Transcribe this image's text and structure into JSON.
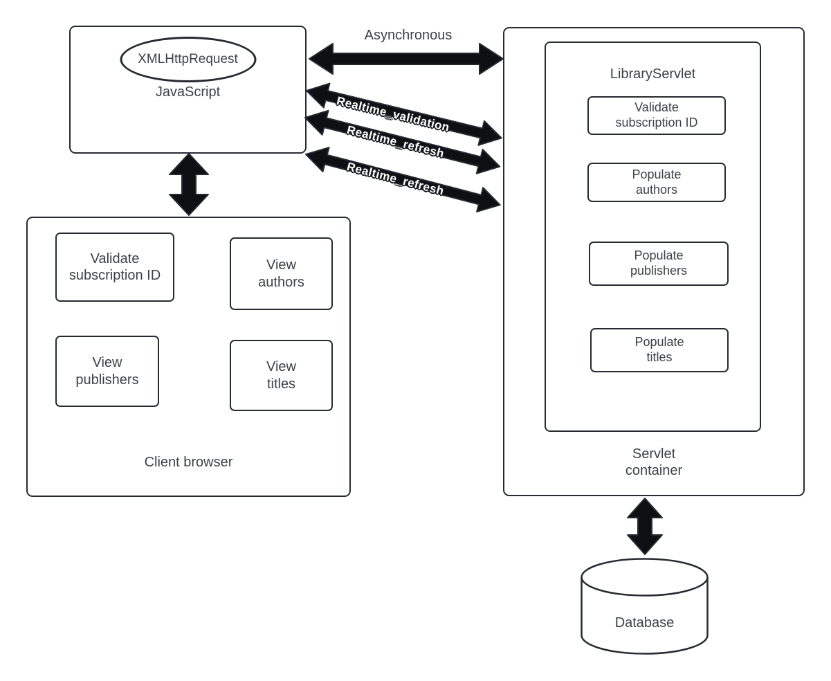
{
  "diagram": {
    "javascript_box": {
      "label": "JavaScript",
      "ellipse_label": "XMLHttpRequest"
    },
    "client_browser": {
      "label": "Client browser",
      "items": [
        "Validate\nsubscription ID",
        "View\nauthors",
        "View\npublishers",
        "View\ntitles"
      ]
    },
    "servlet_container": {
      "label": "Servlet\ncontainer",
      "library_servlet": {
        "label": "LibraryServlet",
        "items": [
          "Validate\nsubscription ID",
          "Populate\nauthors",
          "Populate\npublishers",
          "Populate\ntitles"
        ]
      }
    },
    "database": {
      "label": "Database"
    },
    "arrow_labels": {
      "asynchronous": "Asynchronous",
      "realtime_validation": "Realtime_validation",
      "realtime_refresh_1": "Realtime_refresh",
      "realtime_refresh_2": "Realtime_refresh"
    },
    "colors": {
      "line": "#262b33",
      "text": "#3c4148",
      "arrow_fill": "#0d0f13",
      "background": "#ffffff"
    }
  }
}
